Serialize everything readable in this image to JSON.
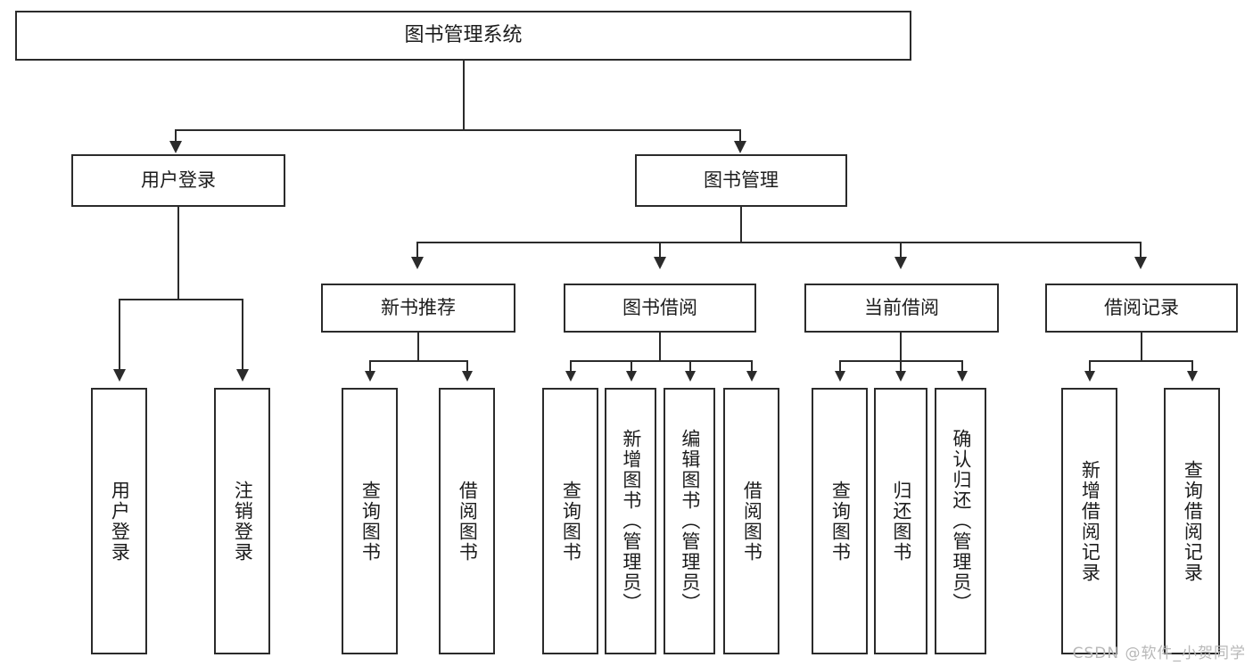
{
  "diagram": {
    "title": "图书管理系统",
    "type": "tree-hierarchy-diagram",
    "watermark": "CSDN @软件_小贺同学",
    "colors": {
      "background": "#ffffff",
      "box_border": "#2b2b2b",
      "box_fill": "#ffffff",
      "text": "#1c1c1c",
      "connector": "#2b2b2b",
      "watermark": "#b8b8b8"
    }
  },
  "root": {
    "label": "图书管理系统"
  },
  "level2": [
    {
      "label": "用户登录"
    },
    {
      "label": "图书管理"
    }
  ],
  "level3": [
    {
      "label": "新书推荐"
    },
    {
      "label": "图书借阅"
    },
    {
      "label": "当前借阅"
    },
    {
      "label": "借阅记录"
    }
  ],
  "leaves": {
    "user_login": [
      {
        "label": "用户登录"
      },
      {
        "label": "注销登录"
      }
    ],
    "new_book": [
      {
        "label": "查询图书"
      },
      {
        "label": "借阅图书"
      }
    ],
    "book_borrow": [
      {
        "label": "查询图书"
      },
      {
        "label": "新增图书（管理员）"
      },
      {
        "label": "编辑图书（管理员）"
      },
      {
        "label": "借阅图书"
      }
    ],
    "current_borrow": [
      {
        "label": "查询图书"
      },
      {
        "label": "归还图书"
      },
      {
        "label": "确认归还（管理员）"
      }
    ],
    "borrow_record": [
      {
        "label": "新增借阅记录"
      },
      {
        "label": "查询借阅记录"
      }
    ]
  }
}
